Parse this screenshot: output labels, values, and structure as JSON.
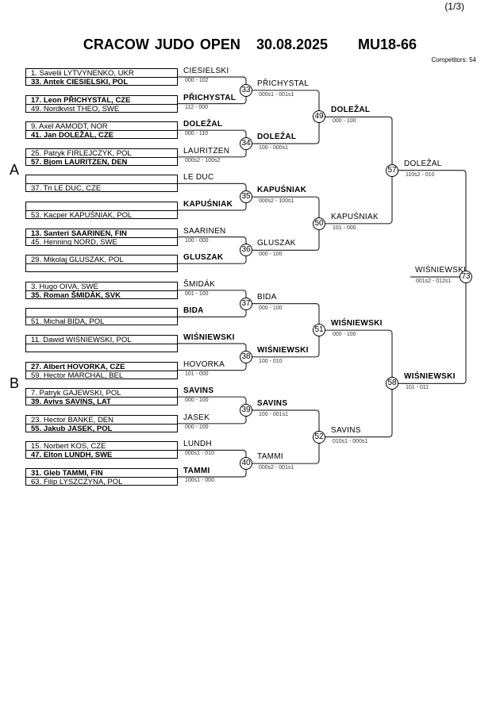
{
  "header": {
    "page": "(1/3)",
    "event": "CRACOW JUDO OPEN",
    "date": "30.08.2025",
    "category": "MU18-66",
    "competitors": "Competitors: 54"
  },
  "pools": {
    "a": "A",
    "b": "B"
  },
  "pairs": [
    {
      "rows": [
        {
          "t": "1. Savelii LYTVYNENKO, UKR",
          "b": false
        },
        {
          "t": "33. Antek CIESIELSKI, POL",
          "b": true
        }
      ],
      "label": "CIESIELSKI",
      "lb": false,
      "score": "000 - 102"
    },
    {
      "rows": [
        {
          "t": "17. Leon PŘICHYSTAL, CZE",
          "b": true
        },
        {
          "t": "49. Nordkvist THEO, SWE",
          "b": false
        }
      ],
      "label": "PŘICHYSTAL",
      "lb": true,
      "score": "112 - 000"
    },
    {
      "rows": [
        {
          "t": "9. Axel AAMODT, NOR",
          "b": false
        },
        {
          "t": "41. Jan DOLEŽAL, CZE",
          "b": true
        }
      ],
      "label": "DOLEŽAL",
      "lb": true,
      "score": "000 - 110"
    },
    {
      "rows": [
        {
          "t": "25. Patryk FIRLEJCZYK, POL",
          "b": false
        },
        {
          "t": "57. Bjom LAURITZEN, DEN",
          "b": true
        }
      ],
      "label": "LAURITZEN",
      "lb": false,
      "score": "000s2 - 100s2"
    },
    {
      "rows": [
        {
          "t": "",
          "b": false
        },
        {
          "t": "37. Tri LE DUC, CZE",
          "b": false
        }
      ],
      "label": "LE DUC",
      "lb": false,
      "score": ""
    },
    {
      "rows": [
        {
          "t": "",
          "b": false
        },
        {
          "t": "53. Kacper KAPUŚNIAK, POL",
          "b": false
        }
      ],
      "label": "KAPUŚNIAK",
      "lb": true,
      "score": ""
    },
    {
      "rows": [
        {
          "t": "13. Santeri SAARINEN, FIN",
          "b": true
        },
        {
          "t": "45. Henning NORD, SWE",
          "b": false
        }
      ],
      "label": "SAARINEN",
      "lb": false,
      "score": "100 - 000"
    },
    {
      "rows": [
        {
          "t": "29. Mikolaj GLUSZAK, POL",
          "b": false
        },
        {
          "t": "",
          "b": false
        }
      ],
      "label": "GLUSZAK",
      "lb": true,
      "score": ""
    },
    {
      "rows": [
        {
          "t": "3. Hugo OIVA, SWE",
          "b": false
        },
        {
          "t": "35. Roman ŠMIDÁK, SVK",
          "b": true
        }
      ],
      "label": "ŠMIDÁK",
      "lb": false,
      "score": "001 - 100"
    },
    {
      "rows": [
        {
          "t": "",
          "b": false
        },
        {
          "t": "51. Michał BIDA, POL",
          "b": false
        }
      ],
      "label": "BIDA",
      "lb": true,
      "score": ""
    },
    {
      "rows": [
        {
          "t": "11. Dawid WIŚNIEWSKI, POL",
          "b": false
        },
        {
          "t": "",
          "b": false
        }
      ],
      "label": "WIŚNIEWSKI",
      "lb": true,
      "score": ""
    },
    {
      "rows": [
        {
          "t": "27. Albert HOVORKA, CZE",
          "b": true
        },
        {
          "t": "59. Hector MARCHAL, BEL",
          "b": false
        }
      ],
      "label": "HOVORKA",
      "lb": false,
      "score": "101 - 000"
    },
    {
      "rows": [
        {
          "t": "7. Patryk GAJEWSKI, POL",
          "b": false
        },
        {
          "t": "39. Avivs SAVINS, LAT",
          "b": true
        }
      ],
      "label": "SAVINS",
      "lb": true,
      "score": "000 - 100"
    },
    {
      "rows": [
        {
          "t": "23. Hector BANKE, DEN",
          "b": false
        },
        {
          "t": "55. Jakub JASEK, POL",
          "b": true
        }
      ],
      "label": "JASEK",
      "lb": false,
      "score": "000 - 100"
    },
    {
      "rows": [
        {
          "t": "15. Norbert KOS, CZE",
          "b": false
        },
        {
          "t": "47. Elton LUNDH, SWE",
          "b": true
        }
      ],
      "label": "LUNDH",
      "lb": false,
      "score": "000s1 - 010"
    },
    {
      "rows": [
        {
          "t": "31. Gleb TAMMI, FIN",
          "b": true
        },
        {
          "t": "63. Filip LYSZCZYNA, POL",
          "b": false
        }
      ],
      "label": "TAMMI",
      "lb": true,
      "score": "100s1 - 000"
    }
  ],
  "rounds": [
    [
      {
        "m": "33",
        "w": "PŘICHYSTAL",
        "b": false,
        "s": "000s1 - 001s1"
      },
      {
        "m": "34",
        "w": "DOLEŽAL",
        "b": true,
        "s": "100 - 000s1"
      },
      {
        "m": "35",
        "w": "KAPUŚNIAK",
        "b": true,
        "s": "000s2 - 100s1"
      },
      {
        "m": "36",
        "w": "GLUSZAK",
        "b": false,
        "s": "000 - 100"
      },
      {
        "m": "37",
        "w": "BIDA",
        "b": false,
        "s": "000 - 100"
      },
      {
        "m": "38",
        "w": "WIŚNIEWSKI",
        "b": true,
        "s": "100 - 010"
      },
      {
        "m": "39",
        "w": "SAVINS",
        "b": true,
        "s": "100 - 001s1"
      },
      {
        "m": "40",
        "w": "TAMMI",
        "b": false,
        "s": "000s2 - 001s1"
      }
    ],
    [
      {
        "m": "49",
        "w": "DOLEŽAL",
        "b": true,
        "s": "000 - 100"
      },
      {
        "m": "50",
        "w": "KAPUŚNIAK",
        "b": false,
        "s": "101 - 000"
      },
      {
        "m": "51",
        "w": "WIŚNIEWSKI",
        "b": true,
        "s": "000 - 100"
      },
      {
        "m": "52",
        "w": "SAVINS",
        "b": false,
        "s": "010s1 - 000s1"
      }
    ],
    [
      {
        "m": "57",
        "w": "DOLEŽAL",
        "b": false,
        "s": "110s2 - 010"
      },
      {
        "m": "58",
        "w": "WIŚNIEWSKI",
        "b": true,
        "s": "101 - 011"
      }
    ],
    [
      {
        "m": "73",
        "w": "WIŚNIEWSKI",
        "b": false,
        "s": "001s2 - 012s1"
      }
    ]
  ]
}
